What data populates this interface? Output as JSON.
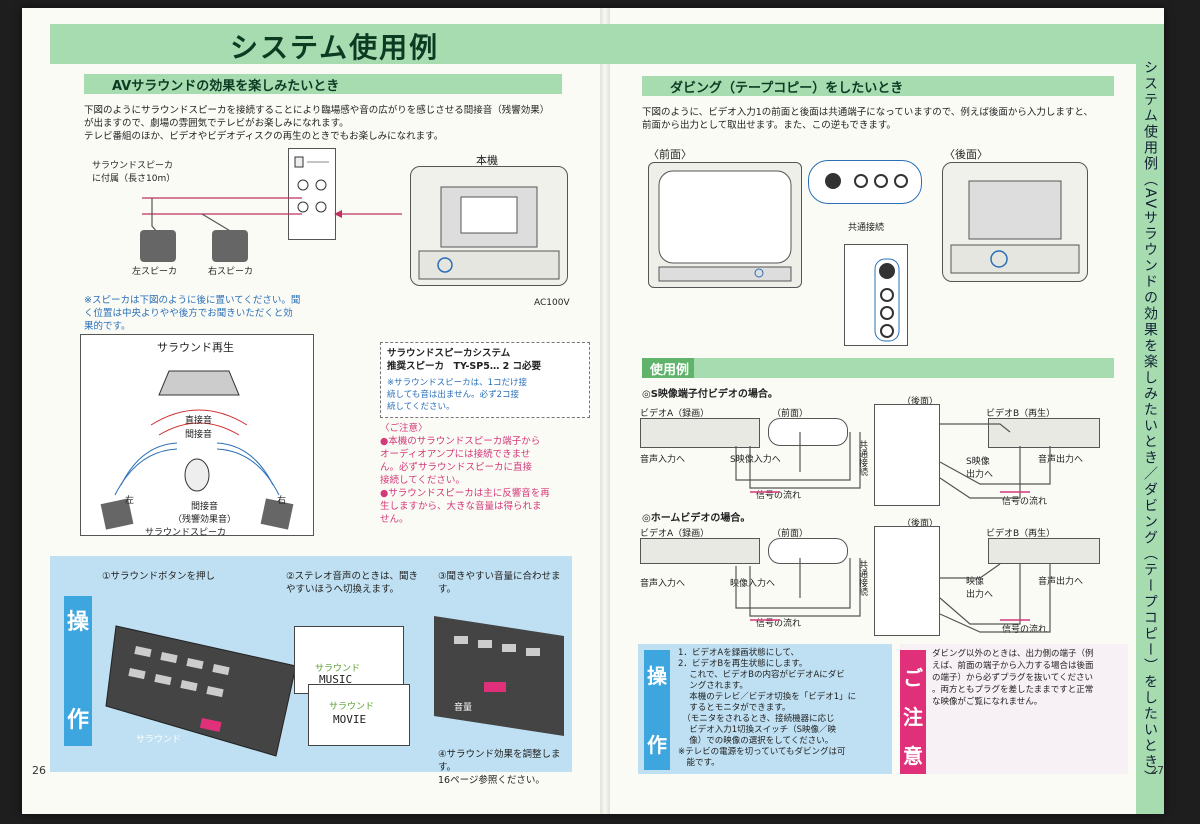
{
  "title": "システム使用例",
  "side_text": "システム使用例（AVサラウンドの効果を楽しみたいとき／ダビング（テープコピー）をしたいとき）",
  "page_left": "26",
  "page_right": "27",
  "left": {
    "header": "AVサラウンドの効果を楽しみたいとき",
    "intro": [
      "下図のようにサラウンドスピーカを接続することにより臨場感や音の広がりを感じさせる間接音（残響効果）",
      "が出ますので、劇場の雰囲気でテレビがお楽しみになれます。",
      "テレビ番組のほか、ビデオやビデオディスクの再生のときでもお楽しみになれます。"
    ],
    "cable_label": [
      "サラウンドスピーカ",
      "に付属（長さ10m）"
    ],
    "main_unit": "本機",
    "left_speaker": "左スピーカ",
    "right_speaker": "右スピーカ",
    "ac": "AC100V",
    "note_placement": [
      "※スピーカは下図のように後に置いてください。聞",
      "く位置は中央よりやや後方でお聞きいただくと効",
      "果的です。"
    ],
    "surround_title": "サラウンド再生",
    "direct": "直接音",
    "indirect": "間接音",
    "left_ch": "左",
    "right_ch": "右",
    "reverb": [
      "間接音",
      "（残響効果音）"
    ],
    "surround_speaker": "サラウンドスピーカ",
    "system_title": "サラウンドスピーカシステム",
    "recommend": "推奨スピーカ　TY-SP5… 2 コ必要",
    "system_note": [
      "※サラウンドスピーカは、1コだけ接",
      "続しても音は出ません。必ず2コ接",
      "続してください。"
    ],
    "caution_title": "〈ご注意〉",
    "caution": [
      "●本機のサラウンドスピーカ端子から",
      "オーディオアンプには接続できませ",
      "ん。必ずサラウンドスピーカに直接",
      "接続してください。",
      "●サラウンドスピーカは主に反響音を再",
      "生しますから、大きな音量は得られま",
      "せん。"
    ],
    "op_tag": [
      "操",
      "作"
    ],
    "steps": [
      "①サラウンドボタンを押し",
      "②ステレオ音声のときは、聞き",
      "やすいほうへ切換えます。",
      "③聞きやすい音量に合わせます。",
      "④サラウンド効果を調整します。",
      "16ページ参照ください。"
    ],
    "music_small": "サラウンド",
    "music": "MUSIC",
    "movie_small": "サラウンド",
    "movie": "MOVIE",
    "remote_label": "サラウンド",
    "vol_label": "音量"
  },
  "right": {
    "header": "ダビング（テープコピー）をしたいとき",
    "intro": [
      "下図のように、ビデオ入力1の前面と後面は共通端子になっていますので、例えば後面から入力しますと、",
      "前面から出力として取出せます。また、この逆もできます。"
    ],
    "front": "〈前面〉",
    "rear": "〈後面〉",
    "common": "共通接続",
    "usage_header": "使用例",
    "case1": "◎S映像端子付ビデオの場合。",
    "case2": "◎ホームビデオの場合。",
    "video_a": "ビデオA（録画）",
    "video_b": "ビデオB（再生）",
    "front_small": "（前面）",
    "rear_small": "（後面）",
    "audio_in": "音声入力へ",
    "s_in": "S映像入力へ",
    "v_in": "映像入力へ",
    "s_out": [
      "S映像",
      "出力へ"
    ],
    "v_out": [
      "映像",
      "出力へ"
    ],
    "audio_out": "音声出力へ",
    "common_v": "共通接続",
    "signal": "信号の流れ",
    "op_tag": [
      "操",
      "作"
    ],
    "op_steps": [
      "1．ビデオAを録画状態にして、",
      "2．ビデオBを再生状態にします。",
      "　 これで、ビデオBの内容がビデオAにダビ",
      "　 ングされます。",
      "　 本機のテレビ／ビデオ切換を「ビデオ1」に",
      "　 するとモニタができます。",
      "　（モニタをされるとき、接続機器に応じ",
      "　 ビデオ入力1切換スイッチ（S映像／映",
      "　 像）での映像の選択をしてください。",
      "※テレビの電源を切っていてもダビングは可",
      "　能です。"
    ],
    "caution_tag": [
      "ご",
      "注",
      "意"
    ],
    "caution": [
      "ダビング以外のときは、出力側の端子（例",
      "えば、前面の端子から入力する場合は後面",
      "の端子）から必ずプラグを抜いてください",
      "。両方ともプラグを差したままですと正常",
      "な映像がご覧になれません。"
    ]
  }
}
